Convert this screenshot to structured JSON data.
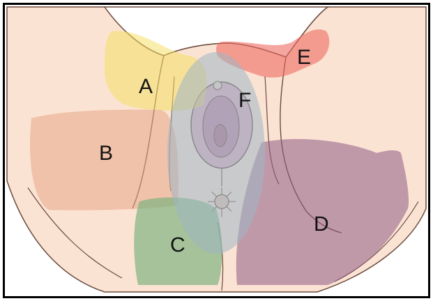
{
  "figure": {
    "frame_color": "#000000",
    "skin_color": "#fbe3d3",
    "outline_color": "#6b4a3e"
  },
  "regions": [
    {
      "label": "A",
      "color": "#f4e066"
    },
    {
      "label": "B",
      "color": "#e8a888"
    },
    {
      "label": "C",
      "color": "#6fae78"
    },
    {
      "label": "D",
      "color": "#8f5d86"
    },
    {
      "label": "E",
      "color": "#ef6a62"
    },
    {
      "label": "F",
      "color": "#9fb6c4"
    }
  ]
}
